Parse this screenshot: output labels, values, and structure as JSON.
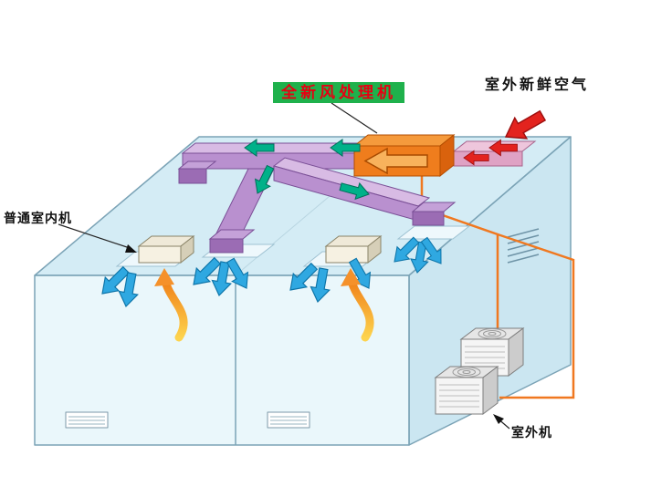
{
  "diagram": {
    "title_context": "fresh-air HVAC system diagram",
    "labels": {
      "ahu": "全新风处理机",
      "fresh_air": "室外新鲜空气",
      "indoor_unit": "普通室内机",
      "outdoor_unit": "室外机"
    },
    "colors": {
      "building_fill": "#d9f1f8",
      "building_edge": "#7ba3b6",
      "duct_purple": "#b990cf",
      "duct_purple_top": "#d8bbe4",
      "fresh_duct_pink": "#dfa2c4",
      "ahu_orange": "#ef7d1d",
      "duct_flow_arrow_green": "#00b189",
      "supply_arrow_blue": "#2fa8e1",
      "fresh_air_arrow_red": "#e3231e",
      "return_air_arrow_orange": "#f6a02a",
      "pipe_orange": "#f07820",
      "label_bg_green": "#1fb14c",
      "label_text_red": "#e60012"
    }
  }
}
